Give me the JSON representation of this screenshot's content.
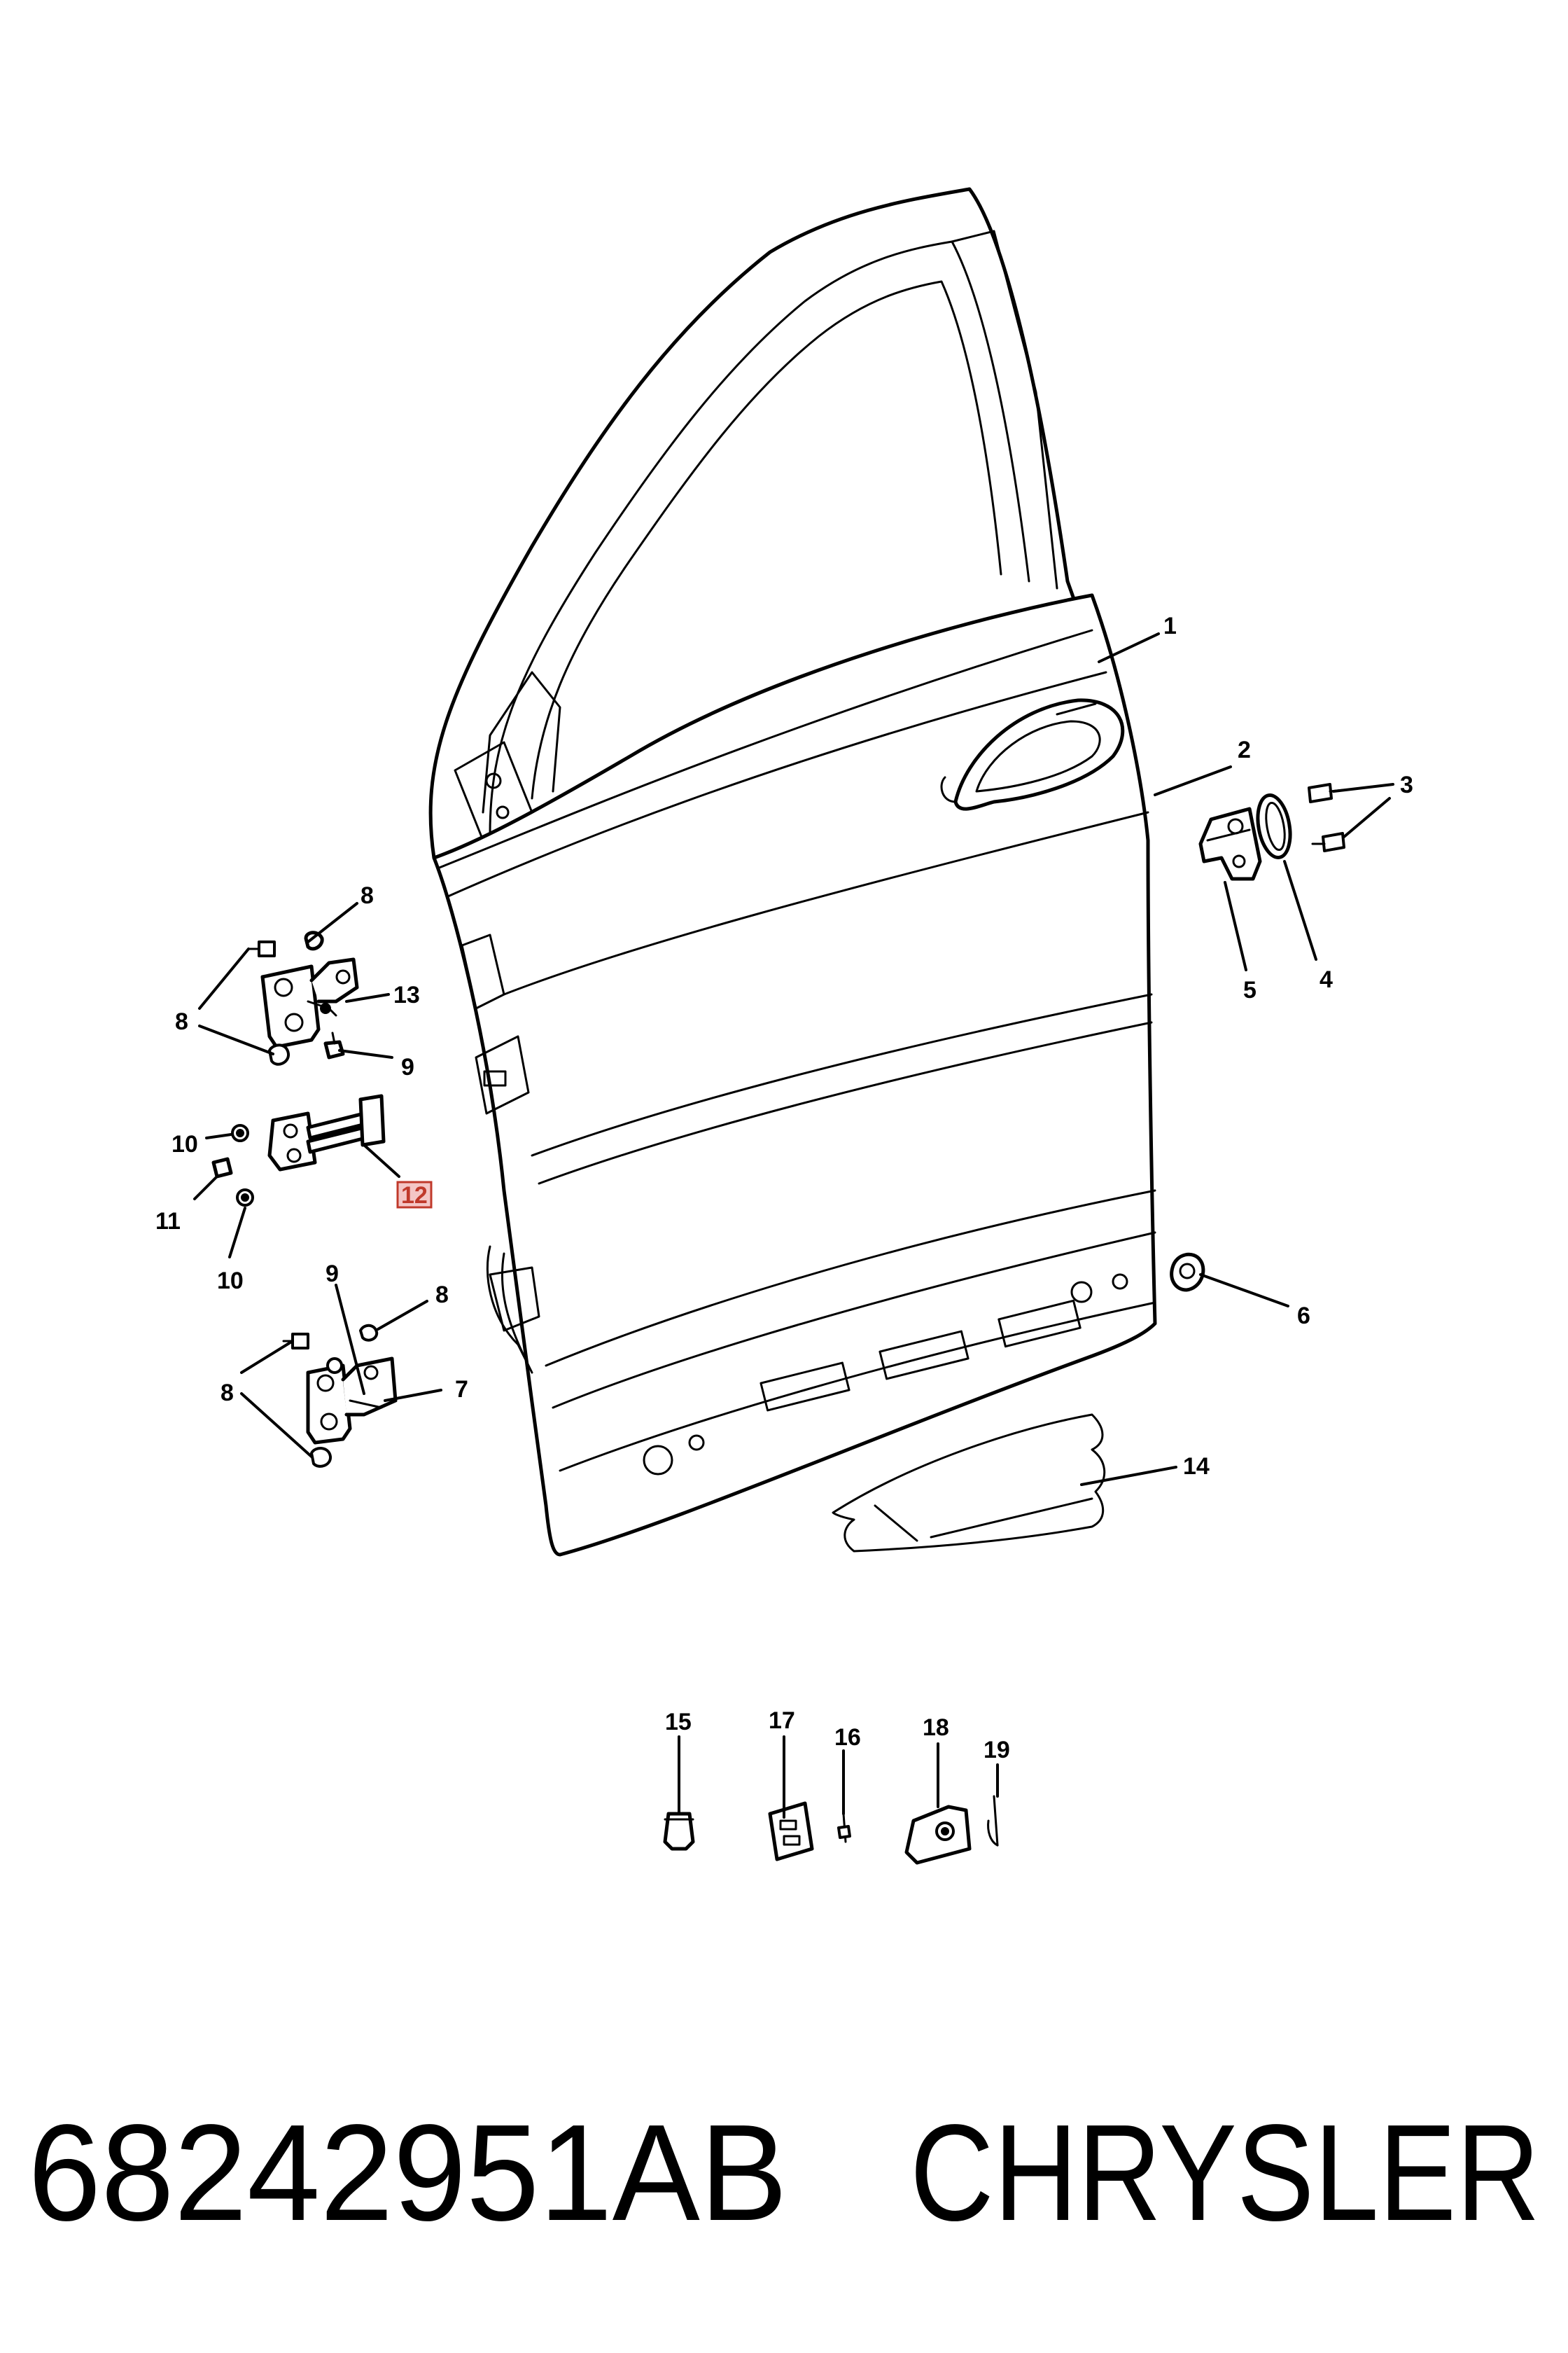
{
  "callouts": {
    "c1": "1",
    "c2": "2",
    "c3": "3",
    "c4": "4",
    "c5": "5",
    "c6": "6",
    "c7": "7",
    "c8": "8",
    "c9": "9",
    "c10": "10",
    "c11": "11",
    "c12": "12",
    "c13": "13",
    "c14": "14",
    "c15": "15",
    "c16": "16",
    "c17": "17",
    "c18": "18",
    "c19": "19"
  },
  "highlighted_callout": "12",
  "highlight_color": "#c0392b",
  "footer": {
    "part_number": "68242951AB",
    "brand": "CHRYSLER"
  }
}
